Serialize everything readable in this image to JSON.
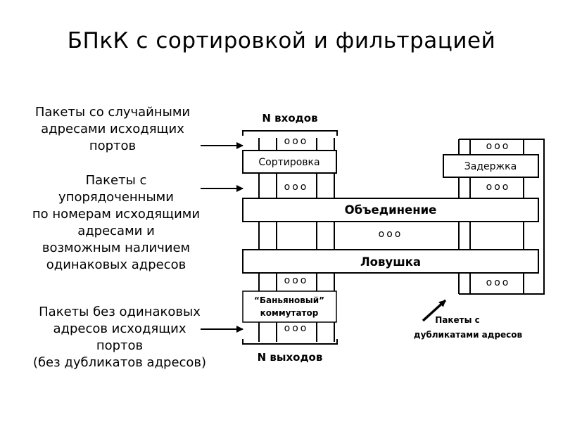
{
  "title": "БПкК с сортировкой и фильтрацией",
  "left_labels": {
    "random": [
      "Пакеты со случайными",
      "адресами исходящих",
      "портов"
    ],
    "ordered": [
      "Пакеты с",
      "упорядоченными",
      "по номерам исходящими",
      "адресами и",
      "возможным наличием",
      "одинаковых адресов"
    ],
    "unique": [
      "Пакеты без одинаковых",
      "адресов исходящих",
      "портов",
      "(без дубликатов адресов)"
    ]
  },
  "diagram": {
    "n_inputs": "N входов",
    "n_outputs": "N выходов",
    "sorting": "Сортировка",
    "delay": "Задержка",
    "merge": "Объединение",
    "trap": "Ловушка",
    "banyan_line1": "“Баньяновый”",
    "banyan_line2": "коммутатор",
    "dots": "ooo",
    "duplicates_line1": "Пакеты с",
    "duplicates_line2": "дубликатами адресов"
  }
}
